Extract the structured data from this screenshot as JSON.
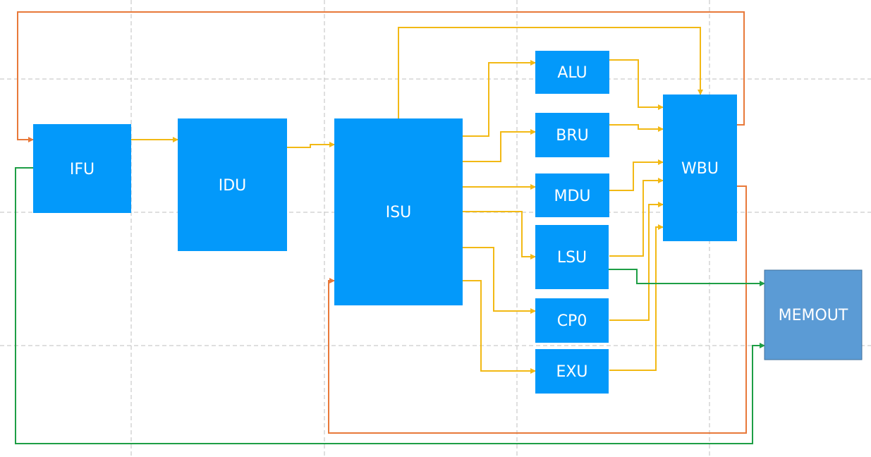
{
  "diagram": {
    "blocks": {
      "ifu": "IFU",
      "idu": "IDU",
      "isu": "ISU",
      "alu": "ALU",
      "bru": "BRU",
      "mdu": "MDU",
      "lsu": "LSU",
      "cp0": "CP0",
      "exu": "EXU",
      "wbu": "WBU",
      "memout": "MEMOUT"
    },
    "colors": {
      "unit_fill": "#0399FA",
      "memout_fill": "#5B9BD5",
      "memout_border": "#41719C",
      "data_path": "#F2B915",
      "writeback_path": "#E8793A",
      "memory_path": "#1E9E45",
      "grid": "#BFBFBF"
    }
  }
}
